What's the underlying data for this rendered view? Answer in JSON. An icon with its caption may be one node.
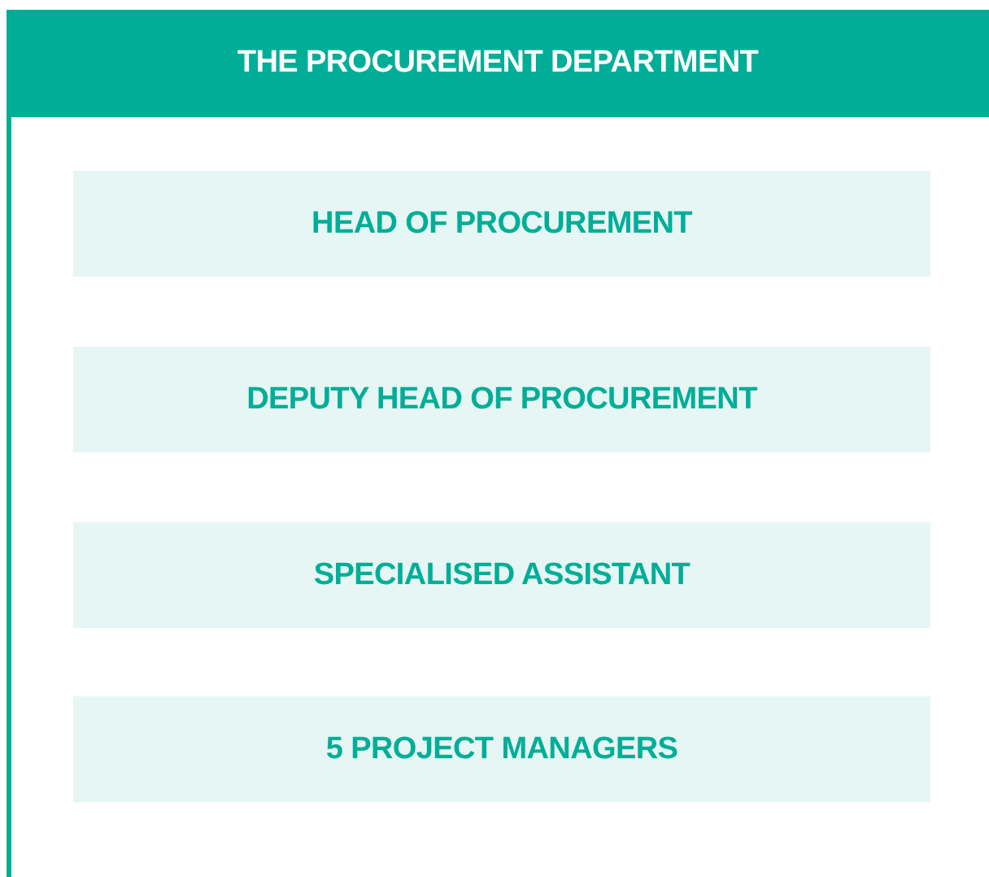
{
  "diagram": {
    "nodes": [
      {
        "text": [
          "THE PROCUREMENT DEPARTMENT"
        ]
      },
      {
        "text": [
          "HEAD OF PROCUREMENT"
        ],
        "in": 0
      },
      {
        "text": [
          "DEPUTY HEAD OF PROCUREMENT"
        ],
        "in": 0
      },
      {
        "text": [
          "SPECIALISED ASSISTANT"
        ],
        "in": 0
      },
      {
        "text": [
          "5 PROJECT MANAGERS"
        ],
        "in": 0
      }
    ]
  }
}
